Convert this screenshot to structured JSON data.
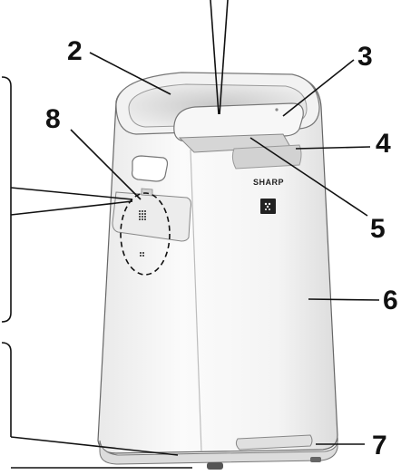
{
  "brand": "SHARP",
  "callouts": [
    {
      "id": "2",
      "label": "2"
    },
    {
      "id": "3",
      "label": "3"
    },
    {
      "id": "4",
      "label": "4"
    },
    {
      "id": "5",
      "label": "5"
    },
    {
      "id": "6",
      "label": "6"
    },
    {
      "id": "7",
      "label": "7"
    },
    {
      "id": "8",
      "label": "8"
    }
  ],
  "colors": {
    "line": "#111111",
    "body_fill": "#f6f6f6",
    "body_shade": "#e6e6e6",
    "top_inner": "#d8d8d8",
    "outline": "#555555"
  }
}
